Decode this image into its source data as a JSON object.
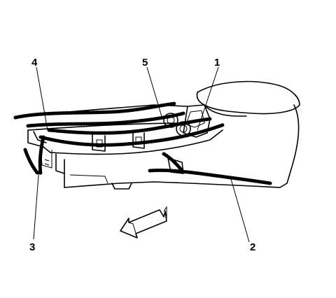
{
  "callouts": [
    {
      "id": "1",
      "label": "1"
    },
    {
      "id": "2",
      "label": "2"
    },
    {
      "id": "3",
      "label": "3"
    },
    {
      "id": "4",
      "label": "4"
    },
    {
      "id": "5",
      "label": "5"
    }
  ],
  "view_arrow": {
    "icon": "view-direction-arrow-icon"
  }
}
